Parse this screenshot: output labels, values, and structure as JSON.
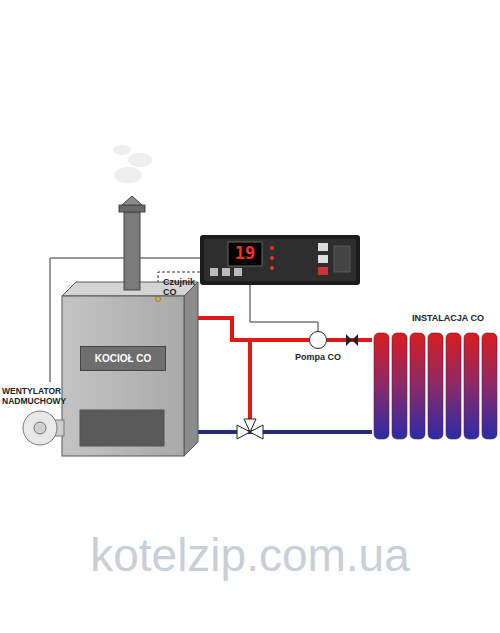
{
  "diagram": {
    "nodes": [
      {
        "text": [
          "KOCIOŁ CO"
        ]
      },
      {
        "text": [
          "19"
        ]
      },
      {
        "text": [
          "Pompa CO"
        ]
      },
      {
        "text": [
          "INSTALACJA CO"
        ]
      },
      {
        "text": [
          "WENTYLATOR NADMUCHOWY"
        ]
      }
    ],
    "edges": [
      {
        "from": 0,
        "to": 2,
        "arrow": "none"
      },
      {
        "from": 2,
        "to": 3,
        "arrow": "none"
      },
      {
        "from": 3,
        "to": 0,
        "arrow": "none"
      },
      {
        "from": 1,
        "to": 2,
        "arrow": "none"
      },
      {
        "from": 1,
        "to": 4,
        "arrow": "none"
      },
      {
        "from": 1,
        "to": 0,
        "arrow": "none"
      }
    ],
    "labels": [
      "Czujnik CO",
      "kotelzip.com.ua"
    ]
  }
}
